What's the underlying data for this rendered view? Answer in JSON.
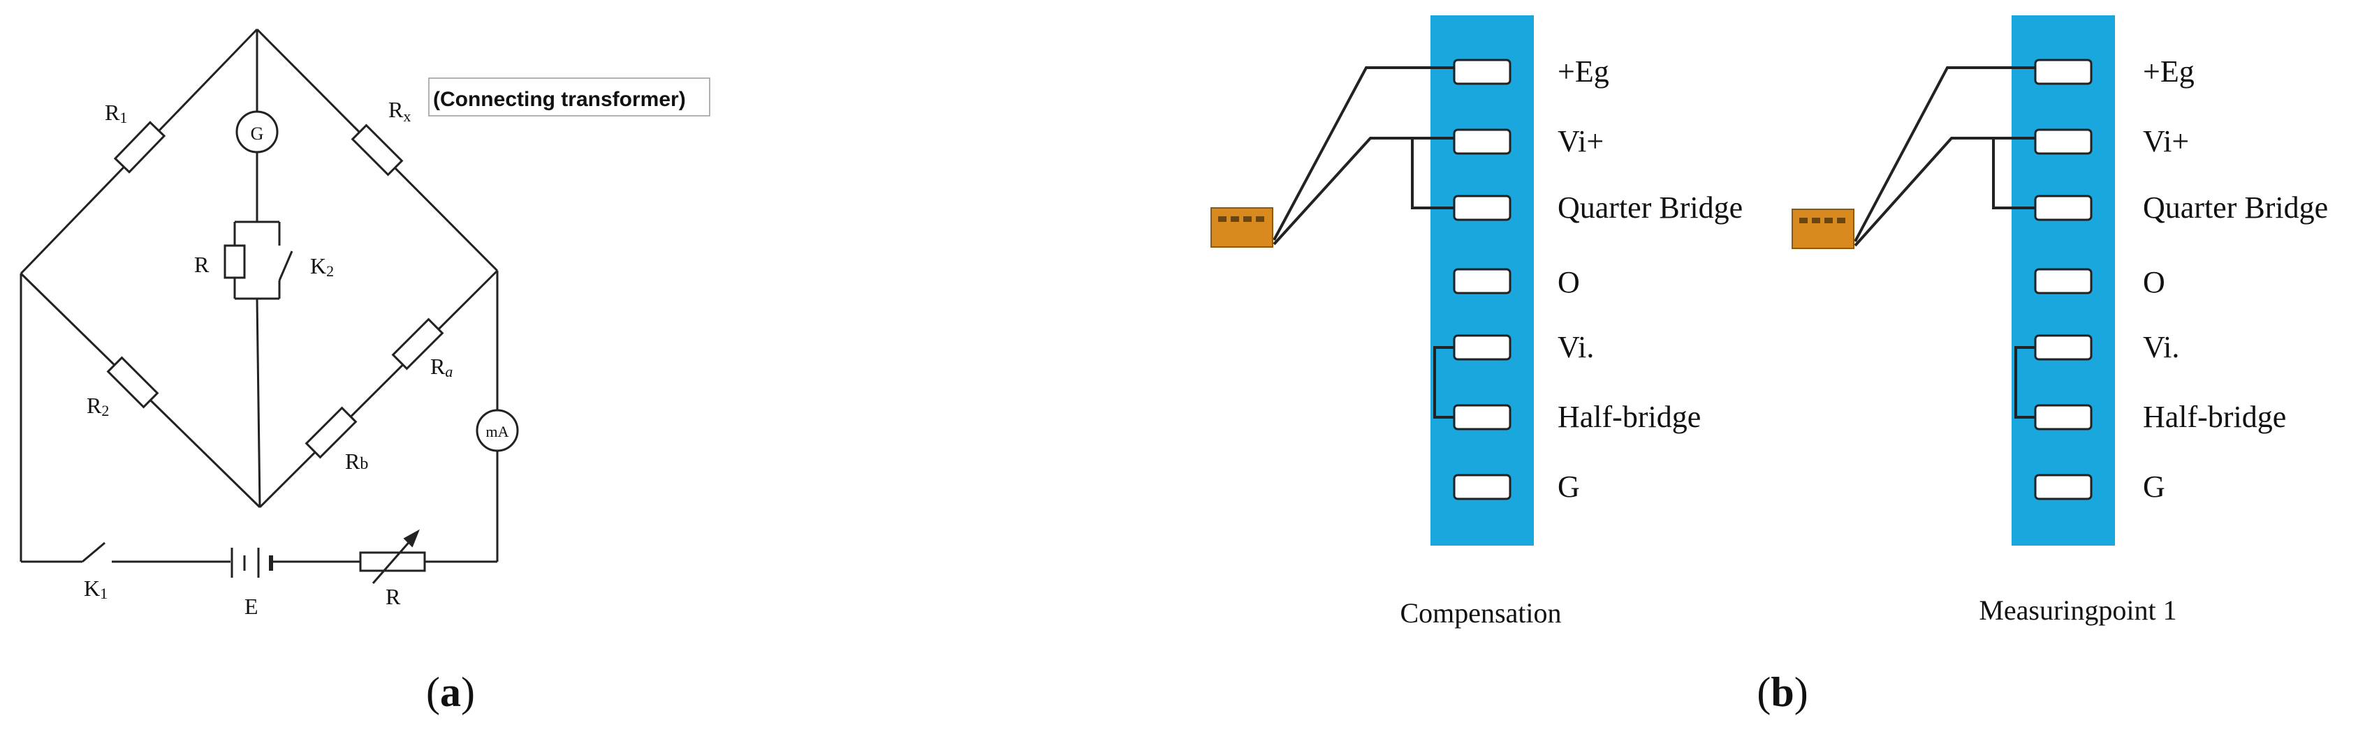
{
  "panel_a": {
    "caption_open": "(",
    "caption_letter": "a",
    "caption_close": ")",
    "labels": {
      "r1": "R",
      "r1_sub": "1",
      "rx": "R",
      "rx_sub": "x",
      "transformer": "(Connecting transformer)",
      "g": "G",
      "r_mid": "R",
      "k2": "K",
      "k2_sub": "2",
      "r2": "R",
      "r2_sub": "2",
      "ra": "R",
      "ra_sub": "a",
      "rb": "R",
      "rb_sub": "b",
      "ma": "mA",
      "k1": "K",
      "k1_sub": "1",
      "e": "E",
      "r_bottom": "R"
    }
  },
  "panel_b": {
    "caption_open": "(",
    "caption_letter": "b",
    "caption_close": ")",
    "strip_color": "#1aa7dd",
    "gauge_color": "#d98a1f",
    "terminals": [
      "+Eg",
      "Vi+",
      "Quarter Bridge",
      "O",
      "Vi.",
      "Half-bridge",
      "G"
    ],
    "left_title": "Compensation",
    "right_title": "Measuringpoint 1"
  }
}
